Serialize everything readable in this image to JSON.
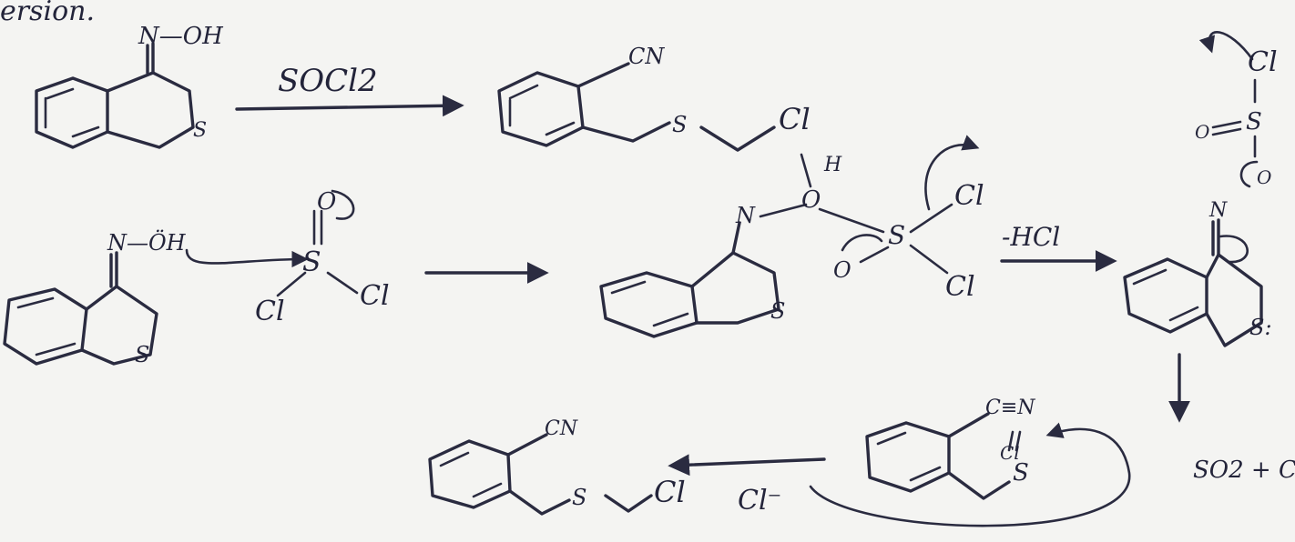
{
  "header": {
    "fragment": "ersion."
  },
  "scheme": {
    "row1": {
      "oxime": "N—OH",
      "s": "S",
      "reagent": "SOCl2",
      "product": {
        "cn": "CN",
        "s": "S",
        "cl": "Cl"
      },
      "top_right": {
        "cl": "Cl",
        "s": "S",
        "o": "O",
        "o2": "O"
      }
    },
    "row2": {
      "oxime": "N—ÖH",
      "s": "S",
      "socl2": {
        "s": "S",
        "o": "O",
        "cl1": "Cl",
        "cl2": "Cl"
      },
      "intermediate": {
        "n": "N",
        "h": "H",
        "o": "O",
        "s": "S",
        "cl1": "Cl",
        "cl2": "Cl",
        "o_minus": "O",
        "s_ring": "S"
      },
      "elim": "-HCl",
      "right": {
        "n": "N",
        "s": "S:",
        "s_ring": "S:"
      }
    },
    "row3": {
      "product": {
        "cn": "CN",
        "s": "S",
        "cl": "Cl"
      },
      "chloride": "Cl⁻",
      "nitrile": {
        "cn": "C≡N",
        "s": "S",
        "cl": "Cl"
      },
      "byproduct": "SO2 + C"
    }
  }
}
